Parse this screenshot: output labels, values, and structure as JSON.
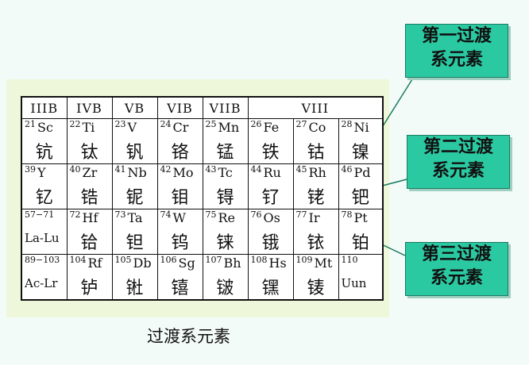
{
  "table": {
    "headers": [
      "IIIB",
      "IVB",
      "VB",
      "VIB",
      "VIIB",
      "VIII"
    ],
    "rows": [
      [
        {
          "z": "21",
          "sym": "Sc",
          "cn": "钪"
        },
        {
          "z": "22",
          "sym": "Ti",
          "cn": "钛"
        },
        {
          "z": "23",
          "sym": "V",
          "cn": "钒"
        },
        {
          "z": "24",
          "sym": "Cr",
          "cn": "铬"
        },
        {
          "z": "25",
          "sym": "Mn",
          "cn": "锰"
        },
        {
          "z": "26",
          "sym": "Fe",
          "cn": "铁"
        },
        {
          "z": "27",
          "sym": "Co",
          "cn": "钴"
        },
        {
          "z": "28",
          "sym": "Ni",
          "cn": "镍"
        }
      ],
      [
        {
          "z": "39",
          "sym": "Y",
          "cn": "钇"
        },
        {
          "z": "40",
          "sym": "Zr",
          "cn": "锆"
        },
        {
          "z": "41",
          "sym": "Nb",
          "cn": "铌"
        },
        {
          "z": "42",
          "sym": "Mo",
          "cn": "钼"
        },
        {
          "z": "43",
          "sym": "Tc",
          "cn": "锝"
        },
        {
          "z": "44",
          "sym": "Ru",
          "cn": "钌"
        },
        {
          "z": "45",
          "sym": "Rh",
          "cn": "铑"
        },
        {
          "z": "46",
          "sym": "Pd",
          "cn": "钯"
        }
      ],
      [
        {
          "z": "57−71",
          "sym": "",
          "cn": "La-Lu"
        },
        {
          "z": "72",
          "sym": "Hf",
          "cn": "铪"
        },
        {
          "z": "73",
          "sym": "Ta",
          "cn": "钽"
        },
        {
          "z": "74",
          "sym": "W",
          "cn": "钨"
        },
        {
          "z": "75",
          "sym": "Re",
          "cn": "铼"
        },
        {
          "z": "76",
          "sym": "Os",
          "cn": "锇"
        },
        {
          "z": "77",
          "sym": "Ir",
          "cn": "铱"
        },
        {
          "z": "78",
          "sym": "Pt",
          "cn": "铂"
        }
      ],
      [
        {
          "z": "89−103",
          "sym": "",
          "cn": "Ac-Lr"
        },
        {
          "z": "104",
          "sym": "Rf",
          "cn": "𬬻"
        },
        {
          "z": "105",
          "sym": "Db",
          "cn": "𬭊"
        },
        {
          "z": "106",
          "sym": "Sg",
          "cn": "𬭳"
        },
        {
          "z": "107",
          "sym": "Bh",
          "cn": "𬭛"
        },
        {
          "z": "108",
          "sym": "Hs",
          "cn": "𬭶"
        },
        {
          "z": "109",
          "sym": "Mt",
          "cn": "鿏"
        },
        {
          "z": "110",
          "sym": "",
          "cn": "Uun"
        }
      ]
    ]
  },
  "callouts": [
    {
      "line1": "第一过渡",
      "line2": "系元素"
    },
    {
      "line1": "第二过渡",
      "line2": "系元素"
    },
    {
      "line1": "第三过渡",
      "line2": "系元素"
    }
  ],
  "caption": "过渡系元素",
  "colors": {
    "callout_fill": "#2bc9a2",
    "panel": "#eef7d9"
  }
}
